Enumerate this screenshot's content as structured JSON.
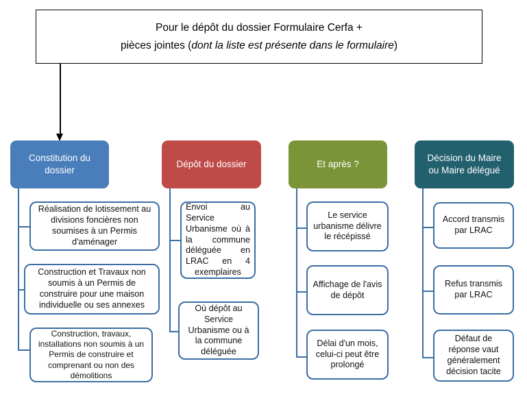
{
  "diagram": {
    "title_box": {
      "line1": "Pour le dépôt du dossier Formulaire Cerfa +",
      "line2_plain": "pièces jointes (",
      "line2_italic": "dont la liste est présente dans le formulaire",
      "line2_tail": ")"
    },
    "colors": {
      "column1": "#4a7ebb",
      "column2": "#be4b48",
      "column3": "#7b9437",
      "column4": "#23606e",
      "connector": "#3a6ea5",
      "leaf_border": "#3a6ea5",
      "arrow": "#000000",
      "title_border": "#000000",
      "background": "#ffffff",
      "header_text": "#ffffff",
      "leaf_text": "#101010"
    },
    "columns": [
      {
        "header": "Constitution du dossier",
        "items": [
          "Réalisation de lotissement au divisions foncières non soumises à un Permis d'aménager",
          "Construction et Travaux non soumis à un Permis de construire pour une maison individuelle ou ses annexes",
          "Construction, travaux, installations non soumis à un Permis de construire et comprenant ou non des démolitions"
        ]
      },
      {
        "header": "Dépôt du dossier",
        "items": [
          "Envoi au Service Urbanisme où à la commune déléguée en LRAC en 4 exemplaires",
          "Où dépôt au Service Urbanisme ou à la commune déléguée"
        ]
      },
      {
        "header": "Et après ?",
        "items": [
          "Le service urbanisme délivre le récépissé",
          "Affichage de l'avis de dépôt",
          "Délai d'un mois, celui-ci peut être prolongé"
        ]
      },
      {
        "header": "Décision du Maire ou Maire délégué",
        "items": [
          "Accord transmis par LRAC",
          "Refus transmis par LRAC",
          "Défaut de réponse vaut généralement décision tacite"
        ]
      }
    ]
  }
}
